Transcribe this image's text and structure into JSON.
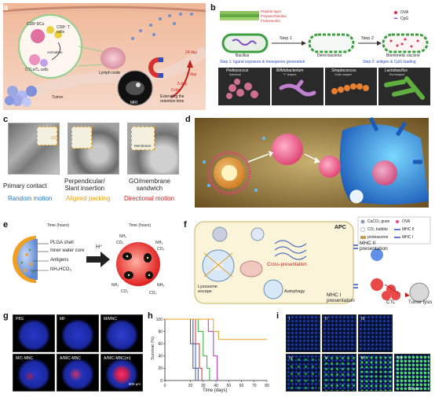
{
  "panels": {
    "a": {
      "label": "a",
      "texts": {
        "cd8_dcs": "CD8⁺DCs",
        "cd8_t": "CD8⁺ T cells",
        "activation": "Activation",
        "ctls": "CTLs/Tₑ cells",
        "lymph_node": "Lymph node",
        "tumor": "Tumor",
        "mri": "MRI",
        "d24": "24 day",
        "d9": "9 day",
        "d5": "5 day",
        "d0": "0 day",
        "extending": "Extending the\nretention time"
      },
      "colors": {
        "skin": "#e9a488",
        "blood": "#d9a090"
      }
    },
    "b": {
      "label": "b",
      "texts": {
        "peptido": "Peptido layer",
        "polysacch": "Polysaccharides",
        "frameworks": "Frameworks",
        "ova": "OVA",
        "cpg": "CpG",
        "bacillus": "Bacillus",
        "step1": "Step 1",
        "demi": "Demi-bacteria",
        "step2": "Step 2",
        "biomimetic": "Biomimetic vaccine",
        "step1_desc": "Step 1:  ligand exposure  & mesopores generation",
        "step2_desc": "Step 2: antigen & CpG loading",
        "bact1": "Pediococcus",
        "bact1_sub": "Spherical",
        "bact2": "Bifidobacterium",
        "bact2_sub": "\"Y\" shaped",
        "bact3": "Streptococcus",
        "bact3_sub": "Chain shaped",
        "bact4": "Lactobacillus",
        "bact4_sub": "Rod shaped"
      }
    },
    "c": {
      "label": "c",
      "items": [
        {
          "title": "Primary contact",
          "motion": "Random motion",
          "motion_color": "#2878c8"
        },
        {
          "title": "Perpendicular/\nSlant insertion",
          "motion": "Aligned packing",
          "motion_color": "#e8a010"
        },
        {
          "title": "GO/membrane\nsandwich",
          "motion": "Directional motion",
          "motion_color": "#d02020"
        }
      ],
      "inset_labels": [
        "GO",
        "",
        "Membrane"
      ]
    },
    "d": {
      "label": "d"
    },
    "e": {
      "label": "e",
      "time": "Time (hours)",
      "time2": "Time (hours)",
      "layers": [
        "PLGA shell",
        "Inner water core",
        "Antigens",
        "NH₄HCO₃"
      ],
      "hplus": "H⁺",
      "nh3": "NH₃",
      "co2": "CO₂"
    },
    "f": {
      "label": "f",
      "apc": "APC",
      "mhc2_pres": "MHC II\npresentation",
      "mhc1_pres": "MHC I\npresentation",
      "lysosome": "Lysosome\nescape",
      "cross": "Cross-presentation",
      "autophagy": "Autophagy",
      "ctl": "CTL",
      "lysis": "Tumor lysis",
      "legend": [
        {
          "label": "CaCO₃ grain",
          "color": "#8a9ab0"
        },
        {
          "label": "OVA",
          "color": "#ee4488"
        },
        {
          "label": "CO₂ bubble",
          "color": "#aab8d0"
        },
        {
          "label": "MHC II",
          "color": "#3050c0"
        },
        {
          "label": "proteasome",
          "color": "#c0a050"
        },
        {
          "label": "MHC I",
          "color": "#3050c0"
        }
      ]
    },
    "g": {
      "label": "g",
      "images": [
        "PBS",
        "MF",
        "M/MNC",
        "M/C-MNC",
        "A/M/C-MNC",
        "A/M/C-MNC(m)"
      ],
      "scale": "500 μm"
    },
    "h": {
      "label": "h",
      "ylabel": "Survival (%)",
      "xlabel": "Time (days)"
    },
    "i": {
      "label": "i",
      "images": [
        "I",
        "II",
        "III",
        "IV",
        "V",
        "VI",
        "VII"
      ],
      "scale": "50 μm"
    }
  },
  "chart_data": {
    "type": "line",
    "xlabel": "Time (days)",
    "ylabel": "Survival (%)",
    "xlim": [
      0,
      80
    ],
    "ylim": [
      0,
      100
    ],
    "xticks": [
      0,
      20,
      30,
      40,
      50,
      60,
      70,
      80
    ],
    "yticks": [
      0,
      20,
      40,
      60,
      80,
      100
    ],
    "series": [
      {
        "color": "#555555",
        "points": [
          [
            0,
            100
          ],
          [
            20,
            100
          ],
          [
            20,
            60
          ],
          [
            22,
            60
          ],
          [
            22,
            20
          ],
          [
            24,
            20
          ],
          [
            24,
            0
          ]
        ]
      },
      {
        "color": "#3050d0",
        "points": [
          [
            0,
            100
          ],
          [
            22,
            100
          ],
          [
            22,
            60
          ],
          [
            24,
            60
          ],
          [
            24,
            20
          ],
          [
            26,
            20
          ],
          [
            26,
            0
          ]
        ]
      },
      {
        "color": "#d03030",
        "points": [
          [
            0,
            100
          ],
          [
            24,
            100
          ],
          [
            24,
            60
          ],
          [
            27,
            60
          ],
          [
            27,
            20
          ],
          [
            29,
            20
          ],
          [
            29,
            0
          ]
        ]
      },
      {
        "color": "#30b030",
        "points": [
          [
            0,
            100
          ],
          [
            26,
            100
          ],
          [
            26,
            80
          ],
          [
            30,
            80
          ],
          [
            30,
            40
          ],
          [
            33,
            40
          ],
          [
            33,
            20
          ],
          [
            35,
            20
          ],
          [
            35,
            0
          ]
        ]
      },
      {
        "color": "#c030c0",
        "points": [
          [
            0,
            100
          ],
          [
            34,
            100
          ],
          [
            34,
            80
          ],
          [
            38,
            80
          ],
          [
            38,
            40
          ],
          [
            41,
            40
          ],
          [
            41,
            0
          ]
        ]
      },
      {
        "color": "#e8a020",
        "points": [
          [
            0,
            100
          ],
          [
            38,
            100
          ],
          [
            38,
            80
          ],
          [
            42,
            80
          ],
          [
            42,
            67
          ],
          [
            80,
            67
          ]
        ]
      }
    ]
  }
}
